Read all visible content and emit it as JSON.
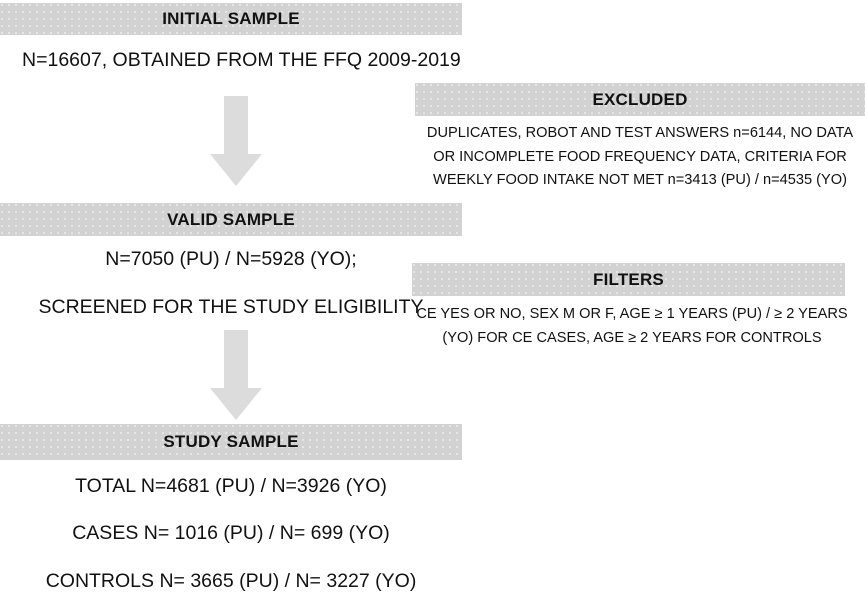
{
  "figure": {
    "type": "flowchart",
    "title": "Study sample selection flow diagram",
    "accent_color": "#d2d2d2",
    "text_color": "#111111",
    "arrow_color": "#dcdcdc"
  },
  "boxes": {
    "initial_sample": {
      "header": "INITIAL SAMPLE",
      "lines": [
        "N=16607, OBTAINED FROM THE  FFQ 2009-2019"
      ]
    },
    "excluded": {
      "header": "EXCLUDED",
      "lines": [
        "DUPLICATES, ROBOT AND TEST ANSWERS n=6144, NO DATA",
        "OR INCOMPLETE FOOD FREQUENCY DATA,  CRITERIA FOR",
        "WEEKLY FOOD INTAKE  NOT MET n=3413 (PU) / n=4535 (YO)"
      ]
    },
    "valid_sample": {
      "header": "VALID SAMPLE",
      "lines": [
        "N=7050 (PU) / N=5928 (YO);",
        "SCREENED FOR THE STUDY ELIGIBILITY"
      ]
    },
    "filters": {
      "header": "FILTERS",
      "lines": [
        "CE YES OR NO, SEX M OR F, AGE  ≥ 1 YEARS (PU) / ≥ 2 YEARS",
        "(YO) FOR CE CASES, AGE  ≥ 2 YEARS FOR CONTROLS"
      ]
    },
    "study_sample": {
      "header": "STUDY SAMPLE",
      "lines": [
        "TOTAL N=4681 (PU) / N=3926 (YO)",
        "CASES N= 1016 (PU) / N= 699 (YO)",
        "CONTROLS N= 3665 (PU) / N= 3227 (YO)"
      ]
    }
  },
  "arrows": [
    {
      "name": "initial-to-valid",
      "direction": "down"
    },
    {
      "name": "valid-to-study",
      "direction": "down"
    }
  ]
}
